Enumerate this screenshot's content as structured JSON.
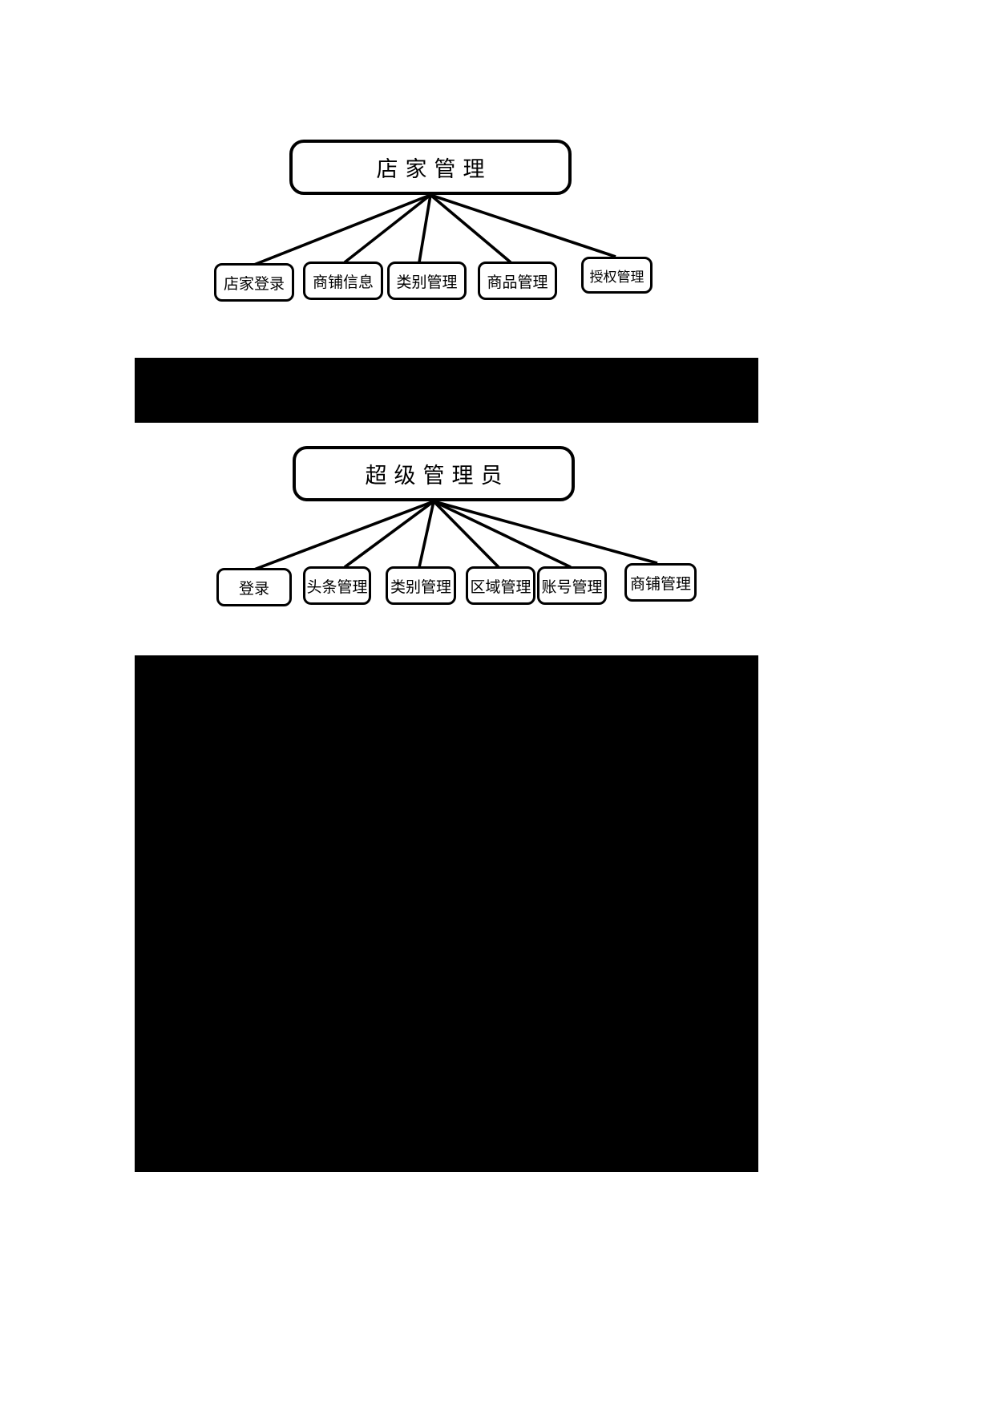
{
  "document": {
    "type": "hierarchy-diagram-page",
    "background_color": "#ffffff",
    "line_color": "#000000",
    "box_fill": "#ffffff"
  },
  "diagrams": [
    {
      "id": "shop-owner-management",
      "root": {
        "label": "店家管理"
      },
      "children": [
        {
          "label": "店家登录"
        },
        {
          "label": "商铺信息"
        },
        {
          "label": "类别管理"
        },
        {
          "label": "商品管理"
        },
        {
          "label": "授权管理"
        }
      ]
    },
    {
      "id": "super-administrator",
      "root": {
        "label": "超级管理员"
      },
      "children": [
        {
          "label": "登录"
        },
        {
          "label": "头条管理"
        },
        {
          "label": "类别管理"
        },
        {
          "label": "区域管理"
        },
        {
          "label": "账号管理"
        },
        {
          "label": "商铺管理"
        }
      ]
    }
  ],
  "redactions": [
    {
      "id": "redaction-top",
      "label": ""
    },
    {
      "id": "redaction-bottom",
      "label": ""
    }
  ]
}
